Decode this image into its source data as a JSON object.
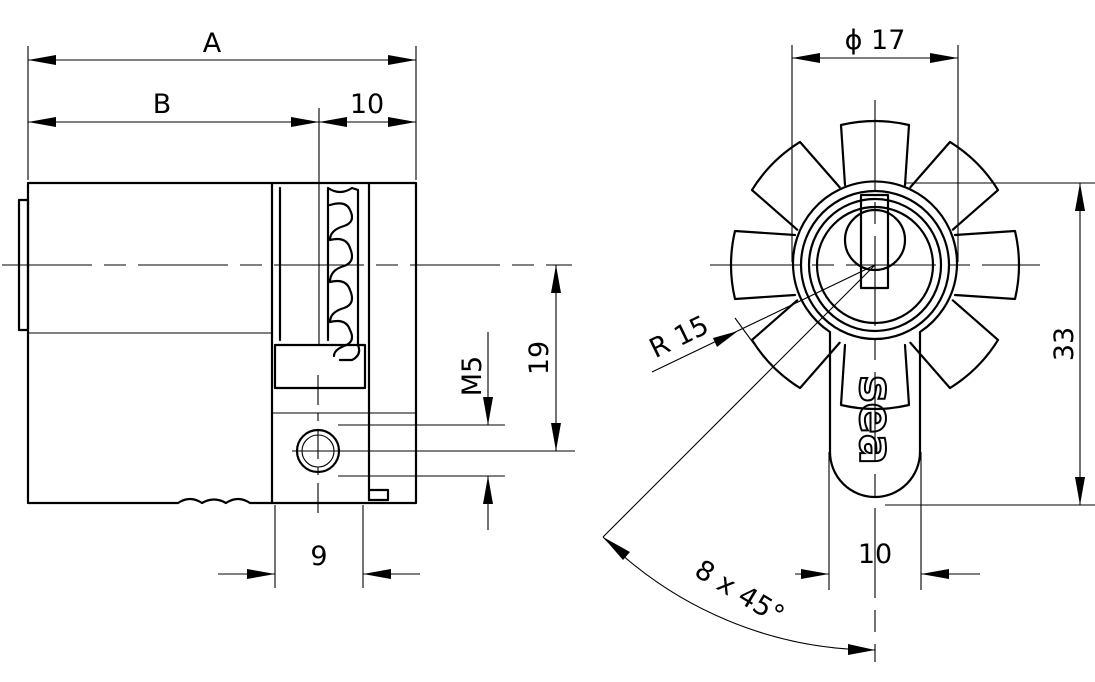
{
  "labels": {
    "dim_a": "A",
    "dim_b": "B",
    "dim_10_top": "10",
    "dim_m5": "M5",
    "dim_19": "19",
    "dim_9": "9",
    "dim_phi17": "ϕ 17",
    "dim_r15": "R 15",
    "dim_33": "33",
    "dim_10_bottom": "10",
    "dim_angle": "8 x 45°",
    "logo": "sea"
  },
  "colors": {
    "line": "#000000",
    "background": "#ffffff"
  }
}
